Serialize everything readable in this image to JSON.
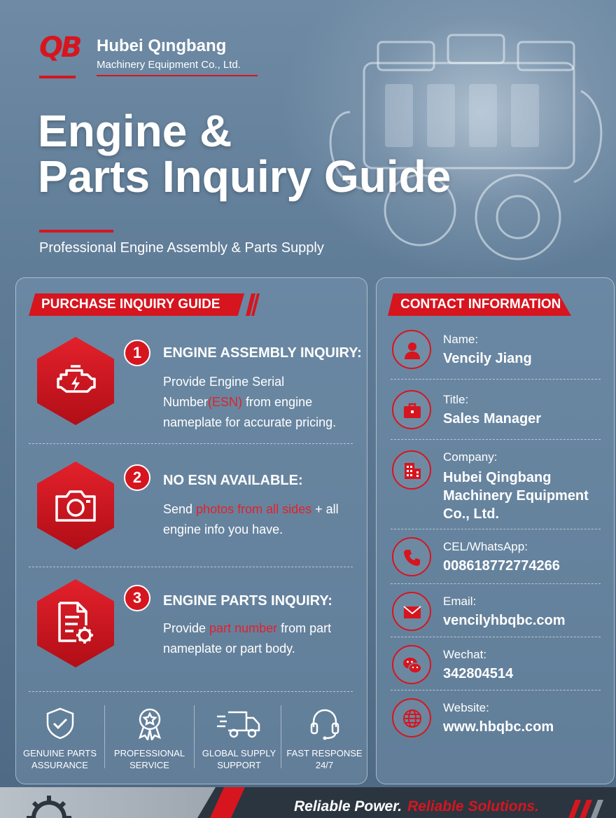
{
  "brand": {
    "logo_text": "QB",
    "name_line1": "Hubei Qıngbang",
    "name_line2": "Machinery Equipment Co., Ltd."
  },
  "hero": {
    "title_line1": "Engine &",
    "title_line2": "Parts Inquiry Guide",
    "subtitle": "Professional Engine Assembly & Parts Supply"
  },
  "guide": {
    "heading": "PURCHASE INQUIRY GUIDE",
    "steps": [
      {
        "number": "1",
        "title": "ENGINE ASSEMBLY INQUIRY:",
        "body_pre": "Provide Engine Serial Number",
        "body_highlight": "(ESN)",
        "body_post": " from engine nameplate for accurate pricing.",
        "icon": "engine-warning-icon"
      },
      {
        "number": "2",
        "title": "NO ESN AVAILABLE:",
        "body_pre": "Send ",
        "body_highlight": "photos from all sides",
        "body_post": " + all engine info you have.",
        "icon": "camera-icon"
      },
      {
        "number": "3",
        "title": "ENGINE PARTS INQUIRY:",
        "body_pre": "Provide ",
        "body_highlight": "part number",
        "body_post": " from part nameplate or part body.",
        "icon": "document-gear-icon"
      }
    ],
    "features": [
      {
        "label_line1": "GENUINE PARTS",
        "label_line2": "ASSURANCE",
        "icon": "shield-check-icon"
      },
      {
        "label_line1": "PROFESSIONAL",
        "label_line2": "SERVICE",
        "icon": "award-badge-icon"
      },
      {
        "label_line1": "GLOBAL SUPPLY",
        "label_line2": "SUPPORT",
        "icon": "delivery-truck-icon"
      },
      {
        "label_line1": "FAST RESPONSE",
        "label_line2": "24/7",
        "icon": "headset-icon"
      }
    ]
  },
  "contact": {
    "heading": "CONTACT INFORMATION",
    "items": [
      {
        "label": "Name:",
        "value": "Vencily Jiang",
        "icon": "person-icon"
      },
      {
        "label": "Title:",
        "value": "Sales Manager",
        "icon": "briefcase-icon"
      },
      {
        "label": "Company:",
        "value": "Hubei Qingbang Machinery Equipment Co., Ltd.",
        "icon": "building-icon"
      },
      {
        "label": "CEL/WhatsApp:",
        "value": "008618772774266",
        "icon": "phone-icon"
      },
      {
        "label": "Email:",
        "value": "vencilyhbqbc.com",
        "icon": "envelope-icon"
      },
      {
        "label": "Wechat:",
        "value": "342804514",
        "icon": "wechat-icon"
      },
      {
        "label": "Website:",
        "value": "www.hbqbc.com",
        "icon": "globe-icon"
      }
    ]
  },
  "footer": {
    "tagline_part1": "Reliable Power.",
    "tagline_part2": "Reliable Solutions."
  },
  "colors": {
    "accent_red": "#d6151f",
    "background_blue": "#5f7c97"
  }
}
